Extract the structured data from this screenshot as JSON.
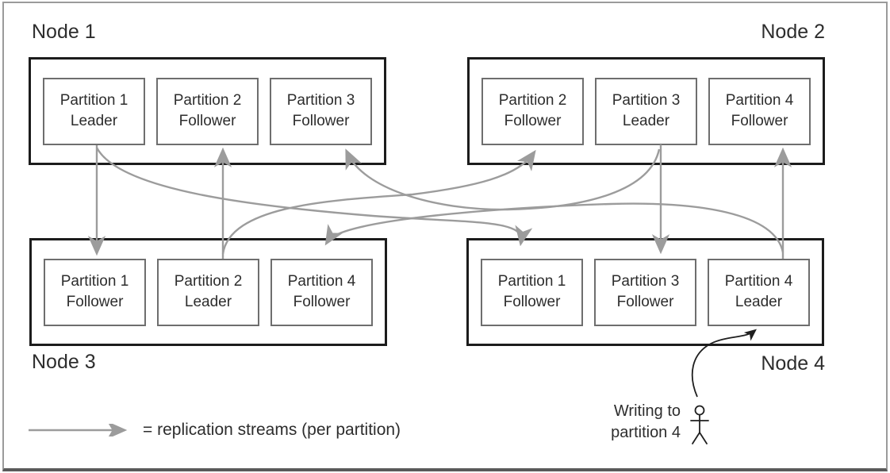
{
  "nodes": [
    {
      "label": "Node 1",
      "partitions": [
        {
          "name": "Partition 1",
          "role": "Leader"
        },
        {
          "name": "Partition 2",
          "role": "Follower"
        },
        {
          "name": "Partition 3",
          "role": "Follower"
        }
      ]
    },
    {
      "label": "Node 2",
      "partitions": [
        {
          "name": "Partition 2",
          "role": "Follower"
        },
        {
          "name": "Partition 3",
          "role": "Leader"
        },
        {
          "name": "Partition 4",
          "role": "Follower"
        }
      ]
    },
    {
      "label": "Node 3",
      "partitions": [
        {
          "name": "Partition 1",
          "role": "Follower"
        },
        {
          "name": "Partition 2",
          "role": "Leader"
        },
        {
          "name": "Partition 4",
          "role": "Follower"
        }
      ]
    },
    {
      "label": "Node 4",
      "partitions": [
        {
          "name": "Partition 1",
          "role": "Follower"
        },
        {
          "name": "Partition 3",
          "role": "Follower"
        },
        {
          "name": "Partition 4",
          "role": "Leader"
        }
      ]
    }
  ],
  "streams": [
    {
      "partition": "Partition 1",
      "from": "Node 1",
      "to": "Node 3"
    },
    {
      "partition": "Partition 1",
      "from": "Node 1",
      "to": "Node 4"
    },
    {
      "partition": "Partition 2",
      "from": "Node 3",
      "to": "Node 1"
    },
    {
      "partition": "Partition 2",
      "from": "Node 3",
      "to": "Node 2"
    },
    {
      "partition": "Partition 3",
      "from": "Node 2",
      "to": "Node 1"
    },
    {
      "partition": "Partition 3",
      "from": "Node 2",
      "to": "Node 4"
    },
    {
      "partition": "Partition 4",
      "from": "Node 4",
      "to": "Node 2"
    },
    {
      "partition": "Partition 4",
      "from": "Node 4",
      "to": "Node 3"
    }
  ],
  "legend": {
    "label": "= replication streams (per partition)"
  },
  "annotation": {
    "line1": "Writing to",
    "line2": "partition 4",
    "icon": "stick-person",
    "target": "Partition 4 Leader"
  },
  "colors": {
    "stream": "#9c9c9c",
    "node_border": "#1c1c1c",
    "partition_border": "#6e6e6e",
    "text": "#2d2d2d",
    "frame": "#9b9b9b",
    "frame_dark": "#5a5a5a",
    "writer": "#1f1f1f"
  }
}
